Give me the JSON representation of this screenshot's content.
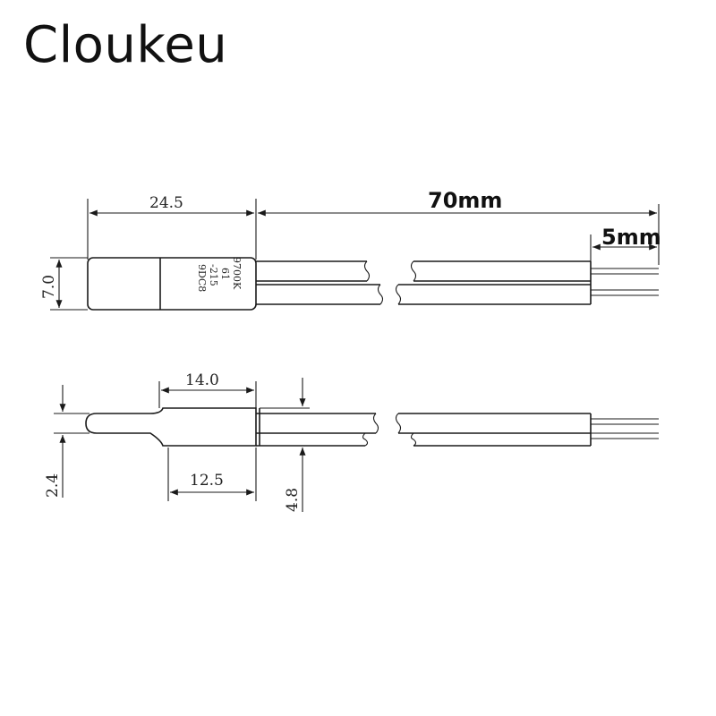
{
  "brand": "Cloukeu",
  "top_view": {
    "dims": {
      "body_length": "24.5",
      "lead_length": "70mm",
      "strip_length": "5mm",
      "body_width": "7.0"
    },
    "marking": [
      "9700K",
      "61",
      "-215",
      "9DC8"
    ]
  },
  "side_view": {
    "dims": {
      "head_length": "14.0",
      "neck_length": "12.5",
      "head_thickness": "2.4",
      "lead_thickness": "4.8"
    }
  },
  "colors": {
    "line": "#1a1a1a",
    "background": "#ffffff"
  }
}
